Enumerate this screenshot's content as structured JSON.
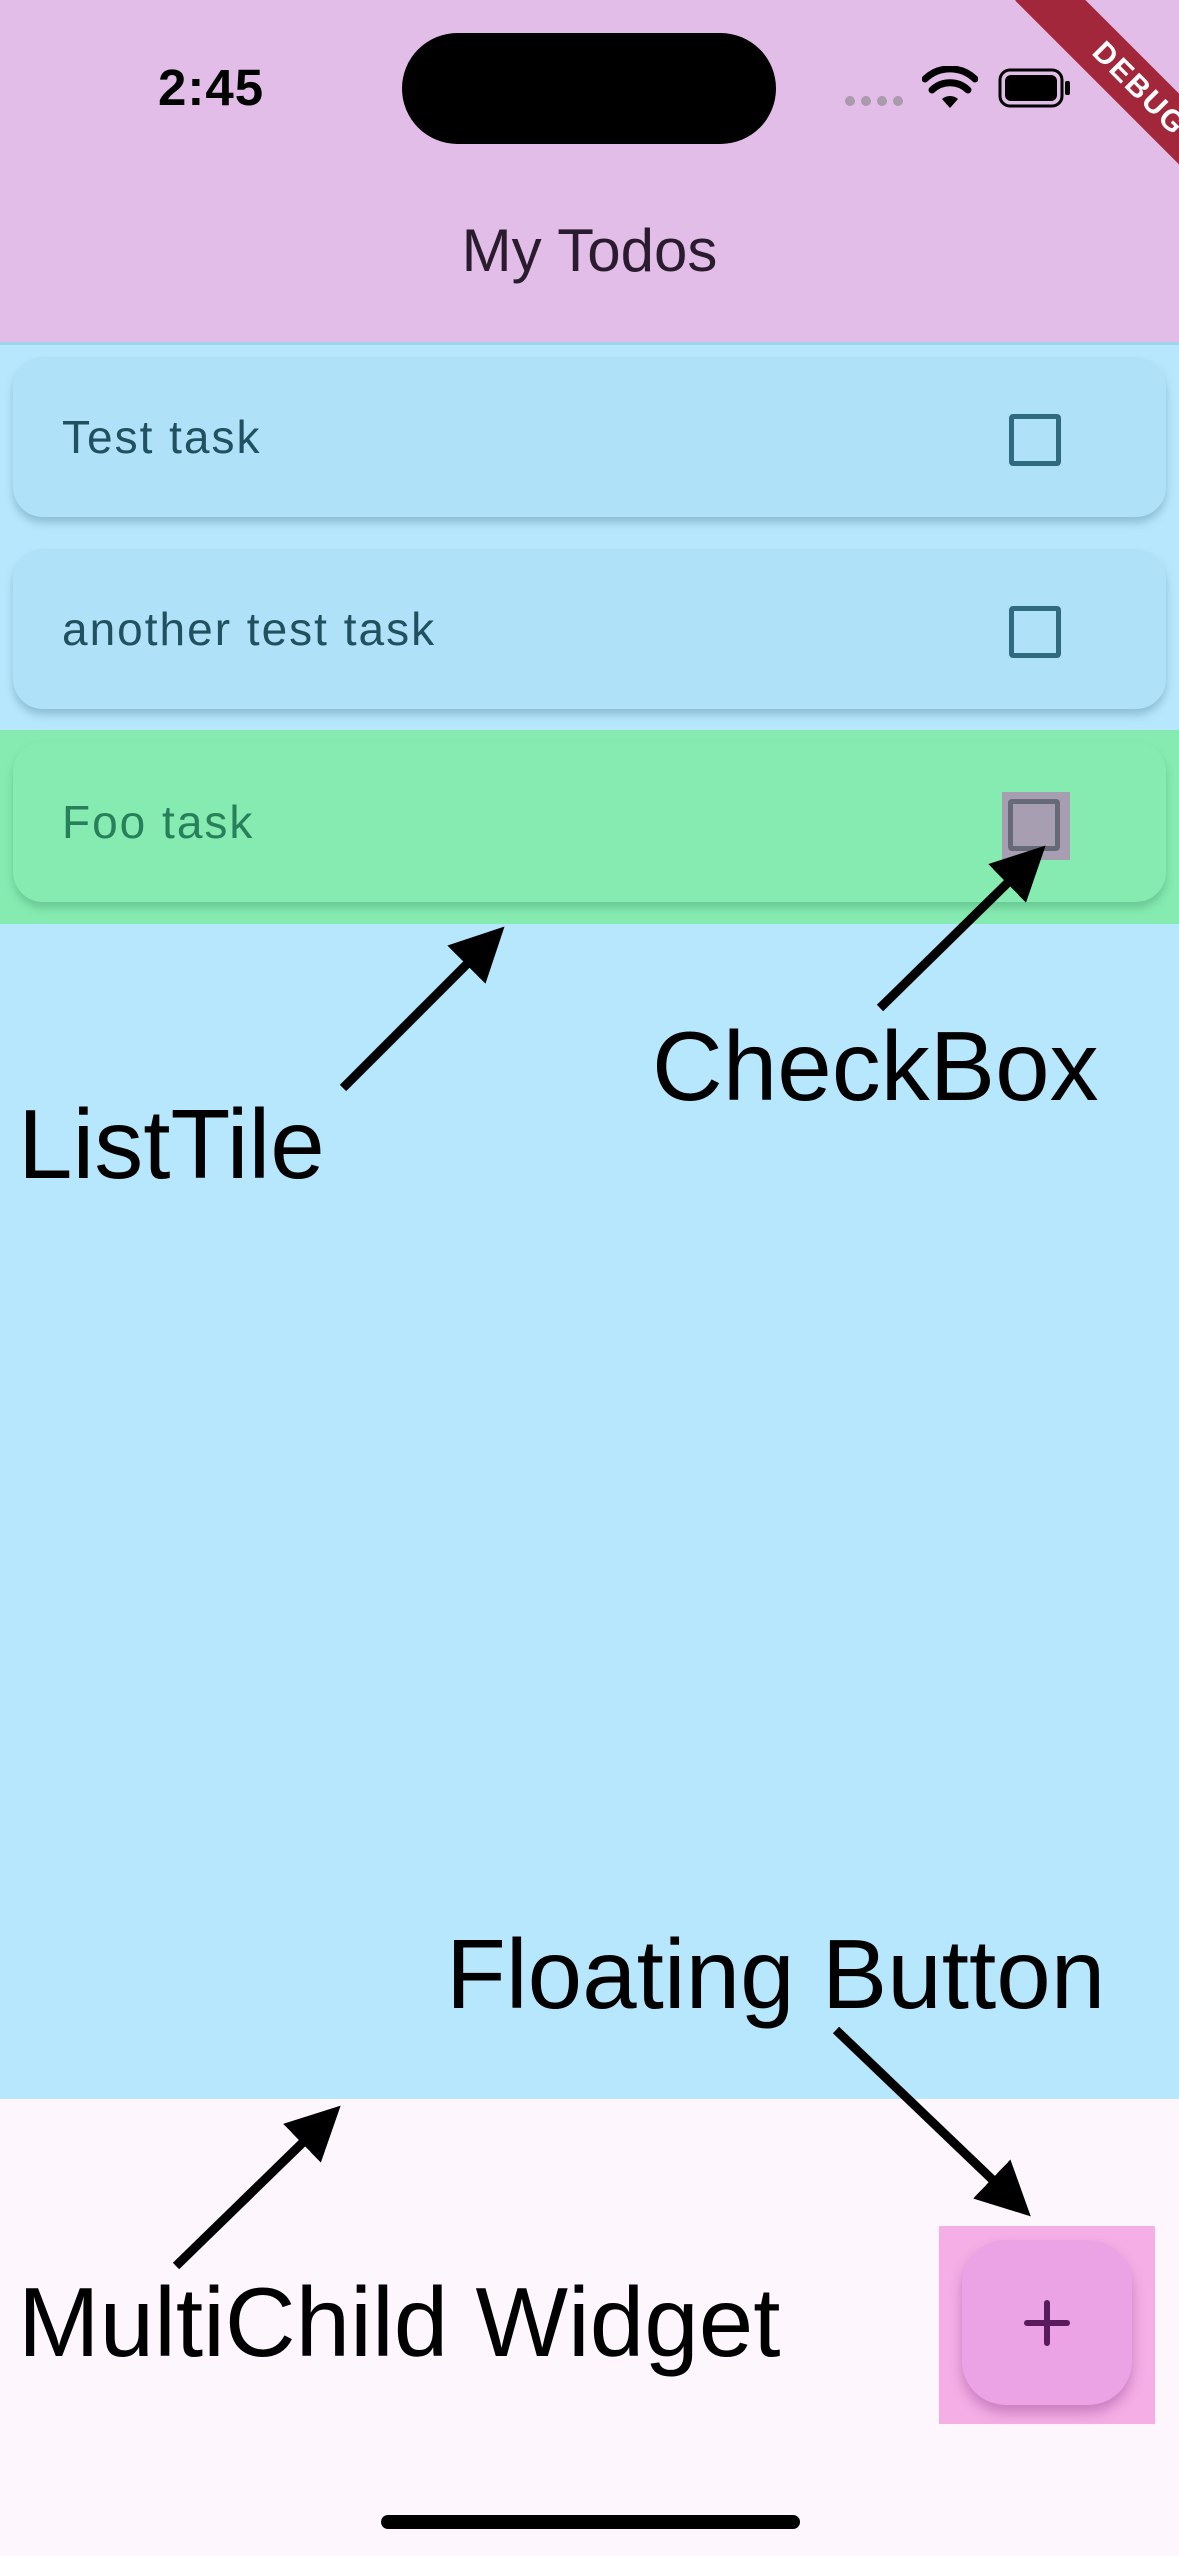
{
  "status_bar": {
    "time": "2:45"
  },
  "debug_banner": "DEBUG",
  "app_bar": {
    "title": "My Todos"
  },
  "todos": [
    {
      "title": "Test task",
      "done": false
    },
    {
      "title": "another test task",
      "done": false
    },
    {
      "title": "Foo task",
      "done": false
    }
  ],
  "annotations": {
    "checkbox": "CheckBox",
    "list_tile": "ListTile",
    "floating_button": "Floating Button",
    "multichild": "MultiChild Widget"
  },
  "fab": {
    "icon": "plus-icon",
    "label": "+"
  },
  "colors": {
    "app_bar": "#e1bde7",
    "list_background": "#b7e7fc",
    "tile": "#afe1f9",
    "highlight": "#85ebb1",
    "fab": "#eca3e6",
    "debug": "#a3273a"
  }
}
